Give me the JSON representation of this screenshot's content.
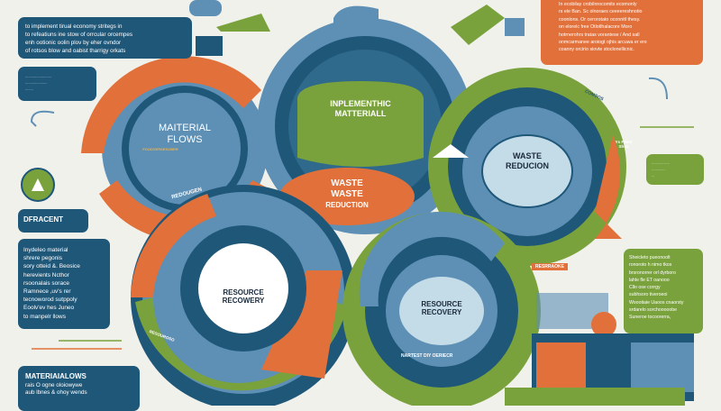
{
  "top_left_box": {
    "lines": [
      "to implement tirual economy stritegs in",
      "to refeatiuns ine stow of orrcular orcempes",
      "enh ootionic oolin plov by  eher ovndor",
      "of rotsos blow and oabist tharrigy orkats"
    ]
  },
  "top_left_small_box": {
    "lines": [
      "..........................",
      "......................",
      "........"
    ]
  },
  "top_right_box": {
    "lines": [
      "In ecobilay crobilnrocomits ecomonly",
      "rs ele Ban. Sc olnoraes ceeeereshnotio",
      "coonlons. Or cerorotato oconnitl thesy.",
      "on elorelc  free Otlotlhalacore Moro",
      "hotrnerohrs tratas vorantese / And sall",
      "onmcarmanee aroiogt ojhis arcuwa er ere",
      "coanny orcirio siovte stoclonellicnic."
    ]
  },
  "nodes": {
    "material_flows": {
      "title_1": "MAITERIAL",
      "title_2": "FLOWS",
      "caption": "FOODVERSESOBER"
    },
    "implement_material": {
      "title_1": "INPLEMENTHIC",
      "title_2": "MATTERIALL"
    },
    "waste_reduction_right": {
      "title_1": "WASTE",
      "title_2": "REDUCION"
    },
    "waste_center": {
      "title_1": "WASTE",
      "title_2": "WASTE",
      "title_3": "REDUCTION"
    },
    "resource_recovery_left": {
      "title_1": "RESOURCE",
      "title_2": "RECOWERY"
    },
    "resource_recovery_right": {
      "title_1": "RESOURCE",
      "title_2": "RECOVERY"
    }
  },
  "arrow_labels": {
    "reduce_left": "REDOUGEN",
    "comsos": "COMSOS",
    "is_fres": "Ys FRES Shos",
    "nartest": "NARTEST DIY OERIECR",
    "resrogce": "RESRRAOKE",
    "reco": "RESOUROSO"
  },
  "dfracent_label": "DFRACENT",
  "left_box": {
    "lines": [
      "Inydeleo material",
      "shrere pegonis",
      "sory otteid &. Beosice",
      "herevients  Ncthor",
      "rsoonalais sorace",
      "Ramnece ,uv's rer",
      "tecnoworod sutppoly",
      "Eoolv'ev hes Juneo",
      "to manpelr llows"
    ]
  },
  "bottom_left_box": {
    "title": "MATERIAIALOWS",
    "lines": [
      "rais  O  ogne oloiowywe",
      "aub lbnes  &  ohoy wends"
    ]
  },
  "right_small_box": {
    "lines": [
      "..................",
      "..............",
      "..."
    ]
  },
  "right_box": {
    "lines": [
      "Sheicleto pueonoolt",
      "ronoroto h nimo tkos",
      "brsronorrer orl dyrboro",
      "lahle fle ET  oanooo",
      "Cllo ose  corrgy",
      "subhsoro tiveroeoi",
      "Woootiaie Uaoos cnaorsty",
      "srdarelo sorchooooobe",
      "Suneroe tocoorerra,"
    ]
  },
  "colors": {
    "dark_blue": "#1f5779",
    "mid_blue": "#5e90b6",
    "orange": "#e2703a",
    "green": "#7aa23c",
    "background": "#f1f1ec"
  }
}
